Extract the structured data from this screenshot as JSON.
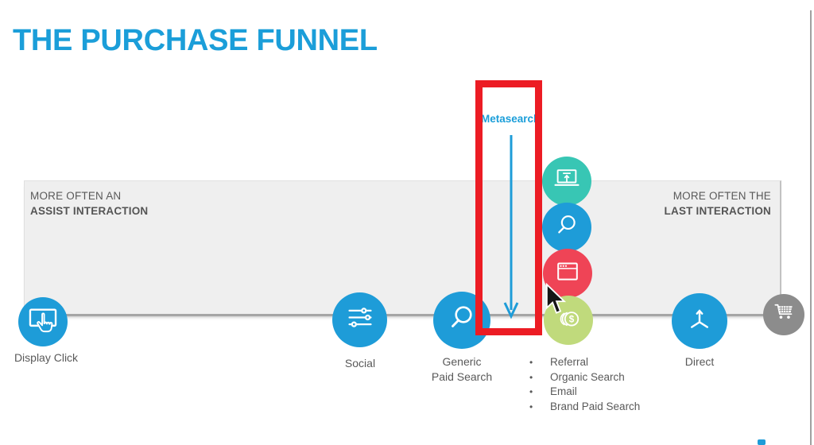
{
  "slide": {
    "title": "THE PURCHASE FUNNEL",
    "band": {
      "left": {
        "line1": "MORE OFTEN AN",
        "line2": "ASSIST INTERACTION"
      },
      "right": {
        "line1": "MORE OFTEN THE",
        "line2": "LAST INTERACTION"
      }
    },
    "annotation": {
      "label": "Metasearch"
    },
    "channels": {
      "display_click": {
        "label": "Display Click"
      },
      "social": {
        "label": "Social"
      },
      "generic_paid_search": {
        "line1": "Generic",
        "line2": "Paid Search"
      },
      "direct": {
        "label": "Direct"
      }
    },
    "stack_icons": [
      {
        "name": "laptop-upload-icon",
        "color": "#38c6b4"
      },
      {
        "name": "search-icon",
        "color": "#1e9cd8"
      },
      {
        "name": "browser-window-icon",
        "color": "#ef4456"
      },
      {
        "name": "coins-icon",
        "color": "#c0da7c",
        "symbol": "$"
      }
    ],
    "last_touch_list": {
      "items": [
        "Referral",
        "Organic Search",
        "Email",
        "Brand Paid Search"
      ]
    },
    "colors": {
      "title_blue": "#1b9ed9",
      "circle_blue": "#1e9cd8",
      "teal": "#38c6b4",
      "red": "#ef4456",
      "green": "#c0da7c",
      "cart_gray": "#8c8c8c",
      "band_bg": "#efefef",
      "text_gray": "#595959",
      "annotation_red": "#ec1c24",
      "arrow_blue": "#1e9cd8"
    }
  }
}
